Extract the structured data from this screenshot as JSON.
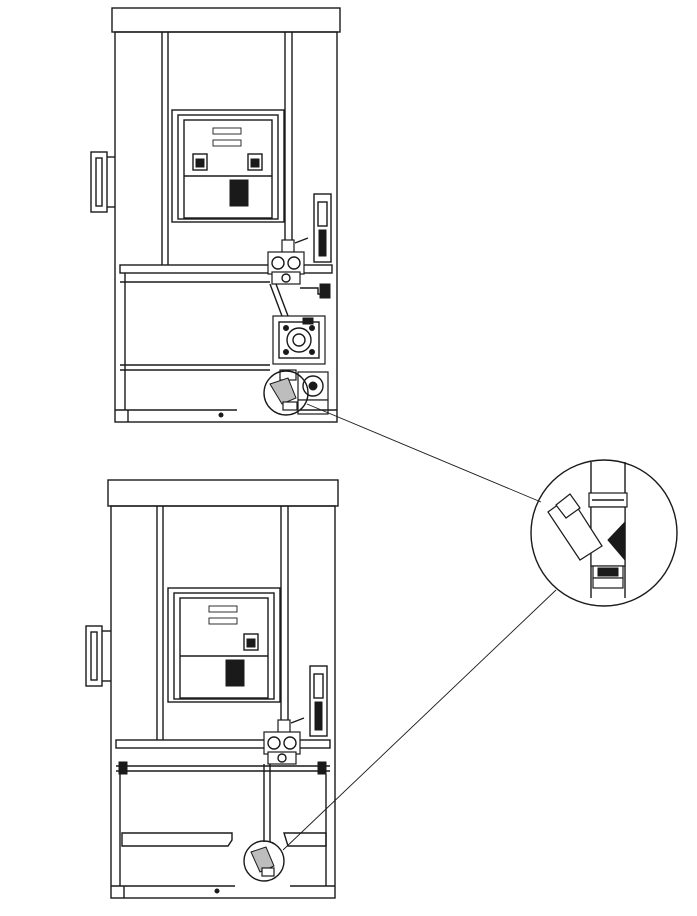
{
  "figure": {
    "views": [
      {
        "id": "upper-cabinet"
      },
      {
        "id": "lower-cabinet"
      }
    ],
    "detail_callout": {
      "subject": "y-strainer-filter"
    }
  }
}
